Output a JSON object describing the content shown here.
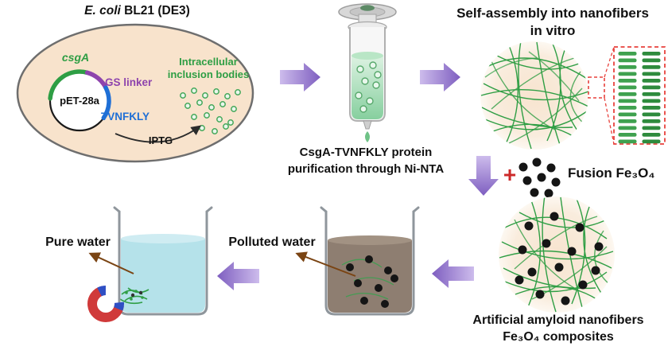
{
  "colors": {
    "cell_fill": "#f8e3cc",
    "gene_green": "#2e9e44",
    "linker_purple": "#8e44ad",
    "peptide_blue": "#1f6fd6",
    "arrow_purple_light": "#cdbcec",
    "arrow_purple_dark": "#7e5ec0",
    "fiber_green": "#2f9e44",
    "magnetite_black": "#151515",
    "plus_red": "#cc2a2a",
    "inset_red": "#e8413c",
    "polluted_water": "#8e7e71",
    "pure_water": "#b5e2ea"
  },
  "cell": {
    "title_italic": "E. coli",
    "title_rest": " BL21 (DE3)",
    "plasmid_label": "pET-28a",
    "gene_label": "csgA",
    "linker_label": "GS linker",
    "peptide_label": "TVNFKLY",
    "inclusion_line1": "Intracellular",
    "inclusion_line2": "inclusion bodies",
    "inducer_label": "IPTG"
  },
  "purification": {
    "caption_line1": "CsgA-TVNFKLY protein",
    "caption_line2": "purification through Ni-NTA"
  },
  "assembly": {
    "title_line1": "Self-assembly into nanofibers",
    "title_line2": "in vitro"
  },
  "fusion": {
    "plus_sign": "+",
    "label": "Fusion Fe₃O₄"
  },
  "composites": {
    "label_line1": "Artificial amyloid nanofibers",
    "label_line2": "Fe₃O₄ composites"
  },
  "separation": {
    "polluted_label": "Polluted water",
    "pure_label": "Pure water"
  }
}
